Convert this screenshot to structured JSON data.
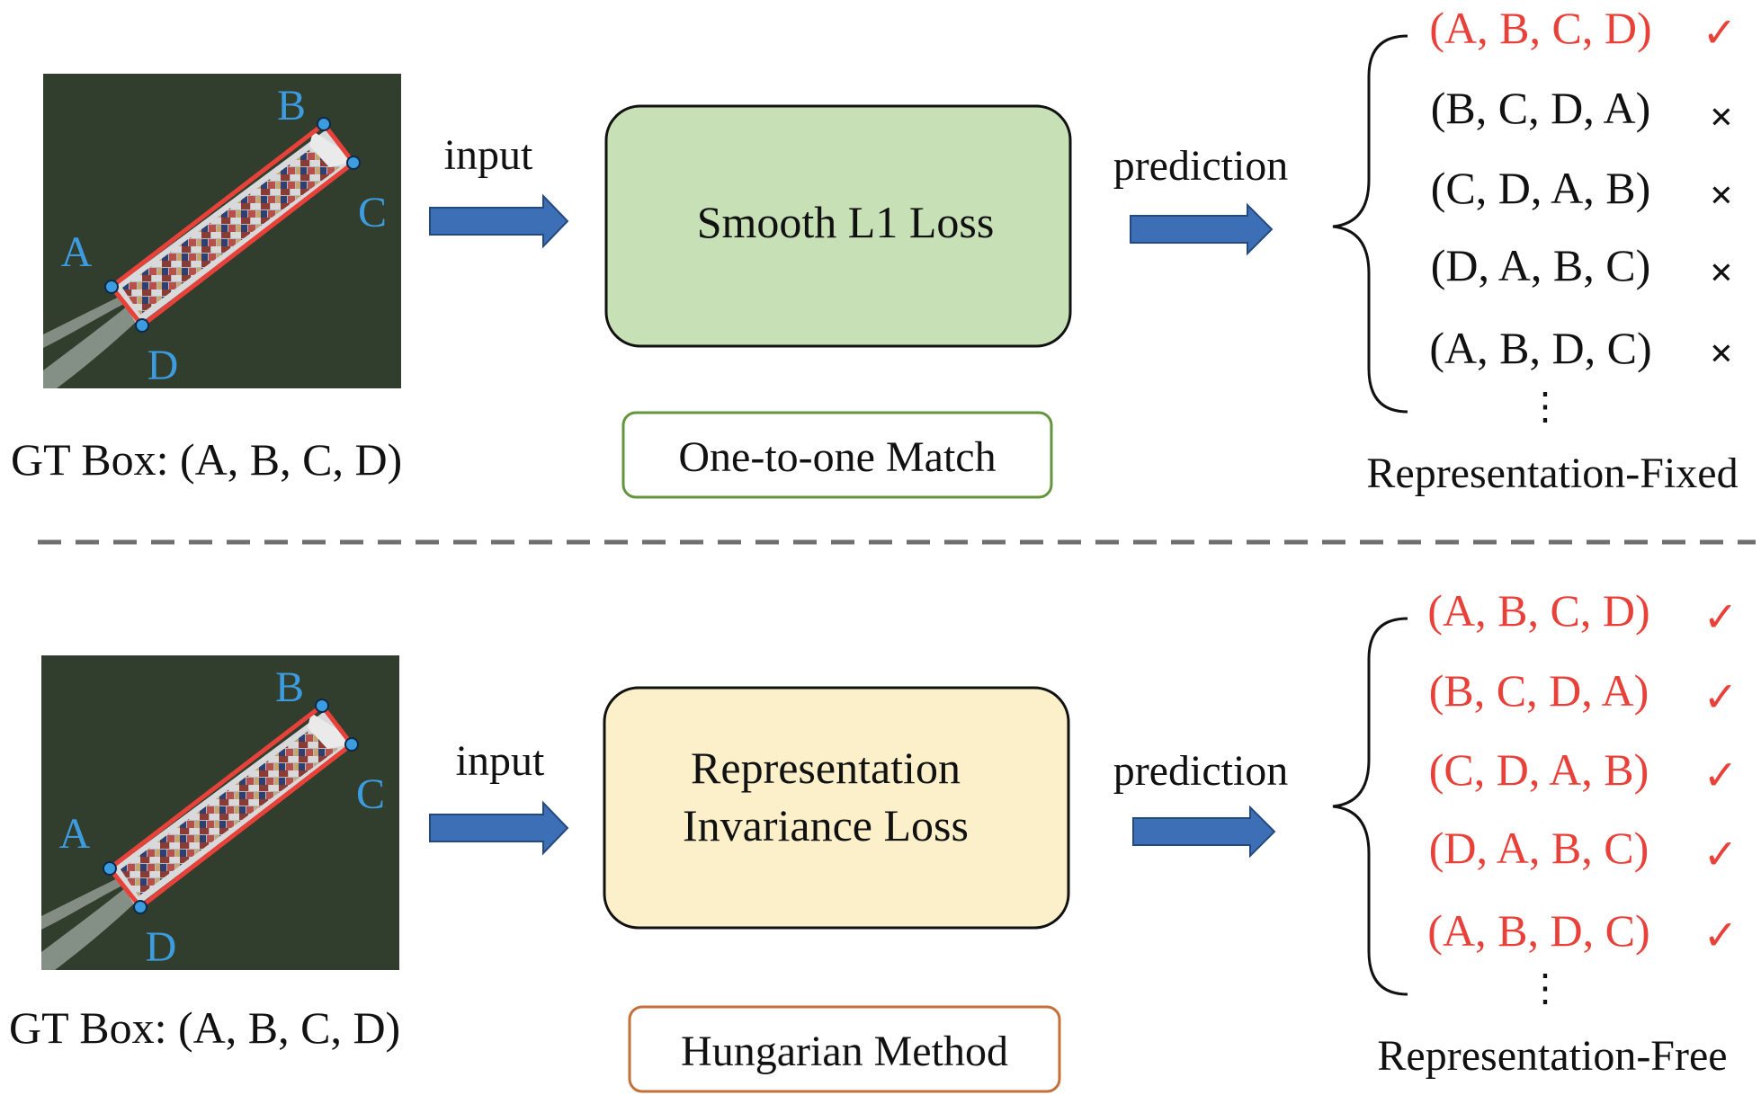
{
  "colors": {
    "red": "#e8413a",
    "black": "#111111",
    "corner_blue": "#3d9be0",
    "arrow_fill": "#3d6fb6",
    "box_green": "#c8e0b6",
    "box_yellow": "#fbf0c9",
    "tag_green": "#63953f",
    "tag_orange": "#c4703a",
    "divider": "#6e6e6e"
  },
  "corner_labels": [
    "A",
    "B",
    "C",
    "D"
  ],
  "top": {
    "gt_box": "GT Box: (A, B, C, D)",
    "input_label": "input",
    "loss_box": "Smooth L1 Loss",
    "match_tag": "One-to-one Match",
    "prediction_label": "prediction",
    "predictions": [
      {
        "text": "(A, B, C, D)",
        "mark": "✓",
        "correct": true
      },
      {
        "text": "(B, C, D, A)",
        "mark": "×",
        "correct": false
      },
      {
        "text": "(C, D, A, B)",
        "mark": "×",
        "correct": false
      },
      {
        "text": "(D, A, B, C)",
        "mark": "×",
        "correct": false
      },
      {
        "text": "(A, B, D, C)",
        "mark": "×",
        "correct": false
      }
    ],
    "ellipsis": "⋮",
    "caption": "Representation-Fixed"
  },
  "bottom": {
    "gt_box": "GT Box: (A, B, C, D)",
    "input_label": "input",
    "loss_box_line1": "Representation",
    "loss_box_line2": "Invariance Loss",
    "match_tag": "Hungarian Method",
    "prediction_label": "prediction",
    "predictions": [
      {
        "text": "(A, B, C, D)",
        "mark": "✓",
        "correct": true
      },
      {
        "text": "(B, C, D, A)",
        "mark": "✓",
        "correct": true
      },
      {
        "text": "(C, D, A, B)",
        "mark": "✓",
        "correct": true
      },
      {
        "text": "(D, A, B, C)",
        "mark": "✓",
        "correct": true
      },
      {
        "text": "(A, B, D, C)",
        "mark": "✓",
        "correct": true
      }
    ],
    "ellipsis": "⋮",
    "caption": "Representation-Free"
  }
}
